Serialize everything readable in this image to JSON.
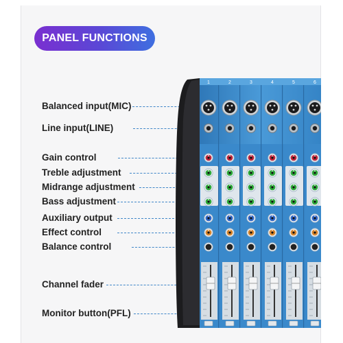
{
  "header": {
    "title": "PANEL FUNCTIONS"
  },
  "labels": [
    {
      "id": "balanced-input",
      "text": "Balanced input(MIC)"
    },
    {
      "id": "line-input",
      "text": "Line input(LINE)"
    },
    {
      "id": "gain-control",
      "text": "Gain control"
    },
    {
      "id": "treble-adjustment",
      "text": "Treble adjustment"
    },
    {
      "id": "midrange-adjustment",
      "text": "Midrange adjustment"
    },
    {
      "id": "bass-adjustment",
      "text": "Bass adjustment"
    },
    {
      "id": "auxiliary-output",
      "text": "Auxiliary output"
    },
    {
      "id": "effect-control",
      "text": "Effect control"
    },
    {
      "id": "balance-control",
      "text": "Balance control"
    },
    {
      "id": "channel-fader",
      "text": "Channel fader"
    },
    {
      "id": "monitor-button",
      "text": "Monitor button(PFL)"
    }
  ],
  "mixer": {
    "channel_numbers": [
      "1",
      "2",
      "3",
      "4",
      "5",
      "6"
    ],
    "colors": {
      "panel": "#3d8fd0",
      "knob_green": "#2faa3c",
      "knob_red": "#c0243a",
      "knob_blue": "#2c63c4",
      "knob_orange": "#d8842a",
      "leader": "#3f86c8"
    }
  }
}
